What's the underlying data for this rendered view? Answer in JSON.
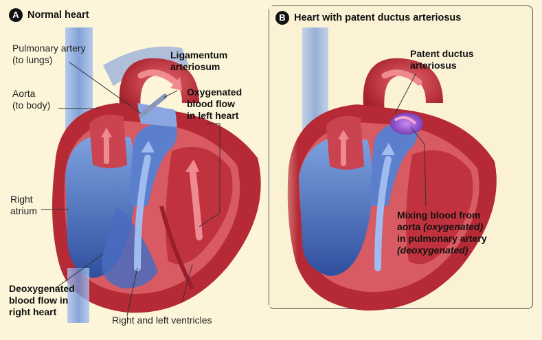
{
  "panels": {
    "a": {
      "badge": "A",
      "title": "Normal heart"
    },
    "b": {
      "badge": "B",
      "title": "Heart with patent ductus arteriosus"
    }
  },
  "labels_a": {
    "pulmonary_artery": [
      "Pulmonary artery",
      "(to lungs)"
    ],
    "aorta": [
      "Aorta",
      "(to body)"
    ],
    "ligamentum": [
      "Ligamentum",
      "arteriosum"
    ],
    "oxygenated": [
      "Oxygenated",
      "blood flow",
      "in left heart"
    ],
    "right_atrium": [
      "Right",
      "atrium"
    ],
    "deoxygenated": [
      "Deoxygenated",
      "blood flow in",
      "right heart"
    ],
    "ventricles": "Right and left ventricles"
  },
  "labels_b": {
    "patent": [
      "Patent ductus",
      "arteriosus"
    ],
    "mixing": {
      "line1": "Mixing blood from",
      "line2_prefix": "aorta ",
      "line2_italic": "(oxygenated)",
      "line3": "in pulmonary artery",
      "line4_italic": "(deoxygenated)"
    }
  },
  "colors": {
    "background": "#fcf5d9",
    "oxygenated": "#c8323c",
    "deoxygenated": "#3f64b4",
    "mixing": "#8a4cc8"
  }
}
